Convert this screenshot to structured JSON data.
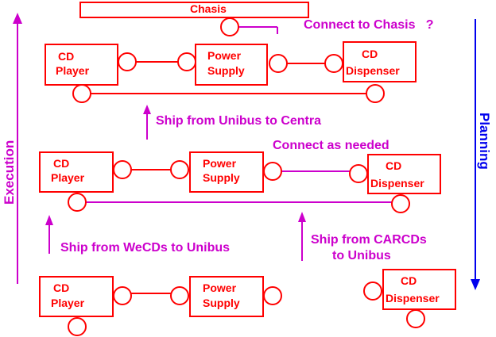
{
  "diagram": {
    "chassis": {
      "label": "Chasis"
    },
    "axes": {
      "execution": "Execution",
      "planning": "Planning"
    },
    "colors": {
      "component": "#ff0000",
      "annotation": "#cc00cc",
      "planning": "#0000ee"
    },
    "top_level": {
      "cd_player": [
        "CD",
        "Player"
      ],
      "power_supply": [
        "Power",
        "Supply"
      ],
      "cd_dispenser": [
        "CD",
        "Dispenser"
      ],
      "note": "Connect to Chasis   ?"
    },
    "middle_level": {
      "cd_player": [
        "CD",
        "Player"
      ],
      "power_supply": [
        "Power",
        "Supply"
      ],
      "cd_dispenser": [
        "CD",
        "Dispenser"
      ],
      "note": "Connect as needed"
    },
    "bottom_level": {
      "cd_player": [
        "CD",
        "Player"
      ],
      "power_supply": [
        "Power",
        "Supply"
      ],
      "cd_dispenser": [
        "CD",
        "Dispenser"
      ]
    },
    "shipments": {
      "unibus_to_centra": "Ship from Unibus to Centra",
      "wecds_to_unibus": "Ship from WeCDs to Unibus",
      "carcds_to_unibus_1": "Ship from CARCDs",
      "carcds_to_unibus_2": "to Unibus"
    }
  }
}
